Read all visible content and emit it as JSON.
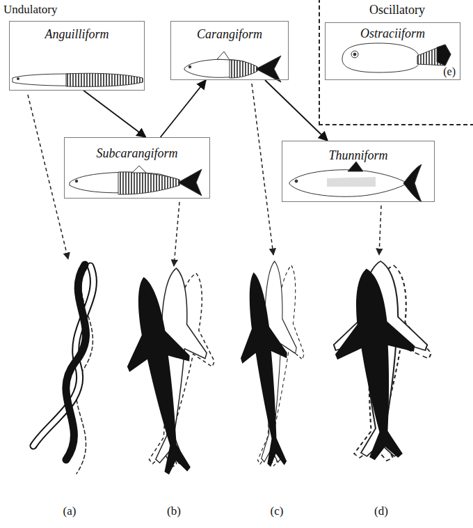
{
  "diagram": {
    "nodes": [
      {
        "text": [
          "Oscillatory"
        ]
      },
      {
        "text": [
          "Anguilliform"
        ]
      },
      {
        "text": [
          "Carangiform"
        ]
      },
      {
        "text": [
          "Ostraciiform",
          "(e)"
        ],
        "in": 0
      },
      {
        "text": [
          "Subcarangiform"
        ]
      },
      {
        "text": [
          "Thunniform"
        ]
      }
    ],
    "edges": [
      {
        "from": 1,
        "to": 4,
        "arrow": "to"
      },
      {
        "from": 4,
        "to": 2,
        "arrow": "to"
      },
      {
        "from": 2,
        "to": 5,
        "arrow": "to"
      }
    ],
    "labels": [
      "Undulatory",
      "(a)",
      "(b)",
      "(c)",
      "(d)"
    ]
  }
}
